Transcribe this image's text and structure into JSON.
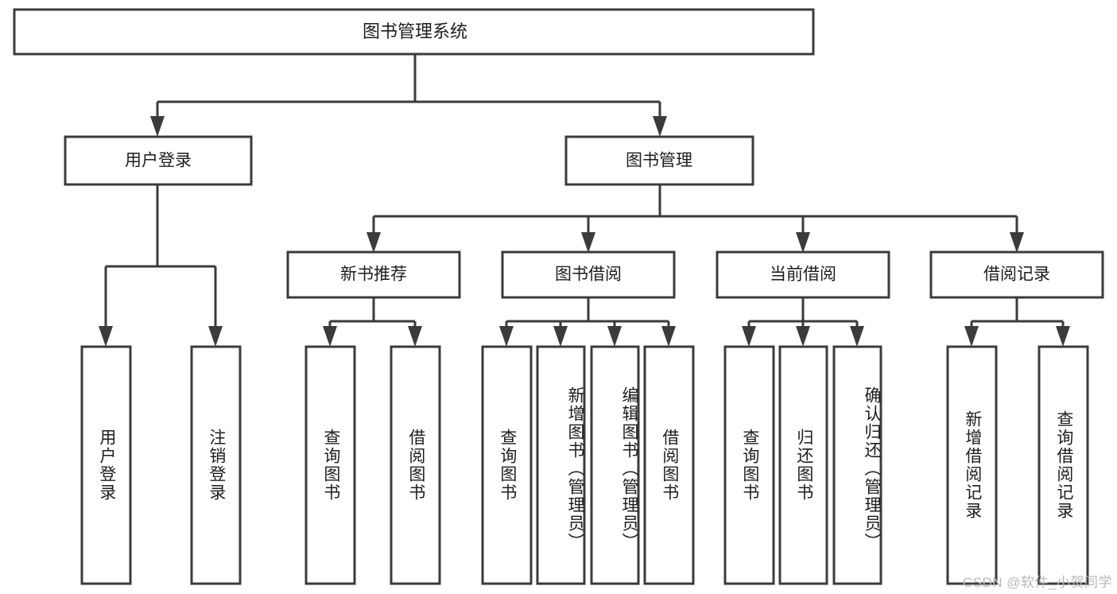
{
  "diagram": {
    "type": "tree-hierarchy",
    "title_node": {
      "id": "root",
      "label": "图书管理系统"
    },
    "level2": [
      {
        "id": "user-login",
        "label": "用户登录"
      },
      {
        "id": "book-management",
        "label": "图书管理"
      }
    ],
    "level3": [
      {
        "id": "new-book-recommend",
        "label": "新书推荐",
        "parent": "book-management"
      },
      {
        "id": "book-borrow",
        "label": "图书借阅",
        "parent": "book-management"
      },
      {
        "id": "current-borrow",
        "label": "当前借阅",
        "parent": "book-management"
      },
      {
        "id": "borrow-record",
        "label": "借阅记录",
        "parent": "book-management"
      }
    ],
    "leaves": [
      {
        "id": "leaf-user-login",
        "label": "用户登录",
        "parent": "user-login"
      },
      {
        "id": "leaf-user-logout",
        "label": "注销登录",
        "parent": "user-login"
      },
      {
        "id": "leaf-query-book-1",
        "label": "查询图书",
        "parent": "new-book-recommend"
      },
      {
        "id": "leaf-borrow-book-1",
        "label": "借阅图书",
        "parent": "new-book-recommend"
      },
      {
        "id": "leaf-query-book-2",
        "label": "查询图书",
        "parent": "book-borrow"
      },
      {
        "id": "leaf-add-book",
        "label": "新增图书（管理员）",
        "parent": "book-borrow"
      },
      {
        "id": "leaf-edit-book",
        "label": "编辑图书（管理员）",
        "parent": "book-borrow"
      },
      {
        "id": "leaf-borrow-book-2",
        "label": "借阅图书",
        "parent": "book-borrow"
      },
      {
        "id": "leaf-query-book-3",
        "label": "查询图书",
        "parent": "current-borrow"
      },
      {
        "id": "leaf-return-book",
        "label": "归还图书",
        "parent": "current-borrow"
      },
      {
        "id": "leaf-confirm-return",
        "label": "确认归还（管理员）",
        "parent": "current-borrow"
      },
      {
        "id": "leaf-add-record",
        "label": "新增借阅记录",
        "parent": "borrow-record"
      },
      {
        "id": "leaf-query-record",
        "label": "查询借阅记录",
        "parent": "borrow-record"
      }
    ],
    "colors": {
      "stroke": "#3b3b3b",
      "fill": "#ffffff",
      "text": "#1d1d1d",
      "watermark": "#b9b9b9"
    }
  },
  "watermark": {
    "text": "CSDN @软件_小贺同学"
  }
}
